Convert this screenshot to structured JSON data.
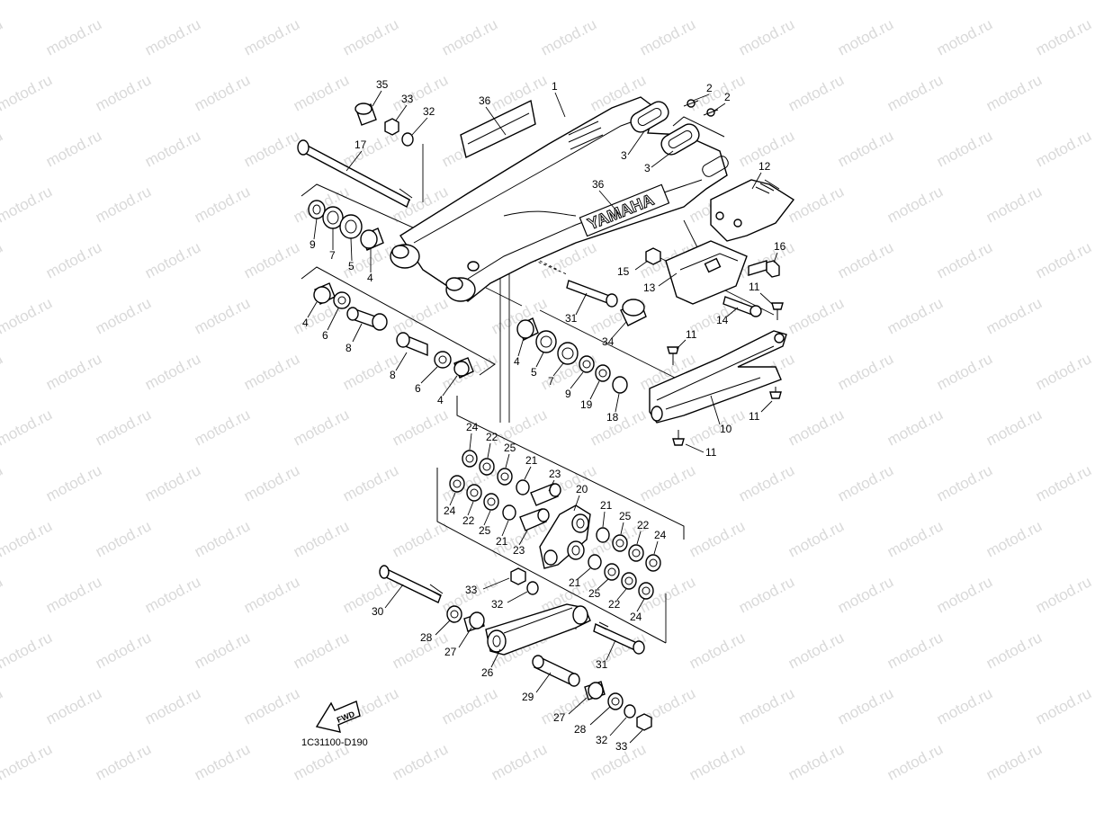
{
  "diagram": {
    "code_label": "1C31100-D190",
    "watermark_text": "motod.ru",
    "fwd_label": "FWD",
    "brand_label": "YAMAHA",
    "callouts": [
      {
        "id": "c35a",
        "text": "35"
      },
      {
        "id": "c33a",
        "text": "33"
      },
      {
        "id": "c32a",
        "text": "32"
      },
      {
        "id": "c36a",
        "text": "36"
      },
      {
        "id": "c1",
        "text": "1"
      },
      {
        "id": "c2a",
        "text": "2"
      },
      {
        "id": "c2b",
        "text": "2"
      },
      {
        "id": "c3a",
        "text": "3"
      },
      {
        "id": "c3b",
        "text": "3"
      },
      {
        "id": "c17",
        "text": "17"
      },
      {
        "id": "c12",
        "text": "12"
      },
      {
        "id": "c36b",
        "text": "36"
      },
      {
        "id": "c9a",
        "text": "9"
      },
      {
        "id": "c7a",
        "text": "7"
      },
      {
        "id": "c5a",
        "text": "5"
      },
      {
        "id": "c4a",
        "text": "4"
      },
      {
        "id": "c16",
        "text": "16"
      },
      {
        "id": "c15",
        "text": "15"
      },
      {
        "id": "c13",
        "text": "13"
      },
      {
        "id": "c11a",
        "text": "11"
      },
      {
        "id": "c14",
        "text": "14"
      },
      {
        "id": "c4b",
        "text": "4"
      },
      {
        "id": "c6a",
        "text": "6"
      },
      {
        "id": "c8a",
        "text": "8"
      },
      {
        "id": "c31a",
        "text": "31"
      },
      {
        "id": "c34",
        "text": "34"
      },
      {
        "id": "c11b",
        "text": "11"
      },
      {
        "id": "c4c",
        "text": "4"
      },
      {
        "id": "c5b",
        "text": "5"
      },
      {
        "id": "c7b",
        "text": "7"
      },
      {
        "id": "c9b",
        "text": "9"
      },
      {
        "id": "c19",
        "text": "19"
      },
      {
        "id": "c18",
        "text": "18"
      },
      {
        "id": "c8b",
        "text": "8"
      },
      {
        "id": "c6b",
        "text": "6"
      },
      {
        "id": "c4d",
        "text": "4"
      },
      {
        "id": "c10",
        "text": "10"
      },
      {
        "id": "c11c",
        "text": "11"
      },
      {
        "id": "c11d",
        "text": "11"
      },
      {
        "id": "c24a",
        "text": "24"
      },
      {
        "id": "c22a",
        "text": "22"
      },
      {
        "id": "c25a",
        "text": "25"
      },
      {
        "id": "c21a",
        "text": "21"
      },
      {
        "id": "c23a",
        "text": "23"
      },
      {
        "id": "c20",
        "text": "20"
      },
      {
        "id": "c24b",
        "text": "24"
      },
      {
        "id": "c22b",
        "text": "22"
      },
      {
        "id": "c25b",
        "text": "25"
      },
      {
        "id": "c21b",
        "text": "21"
      },
      {
        "id": "c23b",
        "text": "23"
      },
      {
        "id": "c21c",
        "text": "21"
      },
      {
        "id": "c25c",
        "text": "25"
      },
      {
        "id": "c22c",
        "text": "22"
      },
      {
        "id": "c24c",
        "text": "24"
      },
      {
        "id": "c21d",
        "text": "21"
      },
      {
        "id": "c25d",
        "text": "25"
      },
      {
        "id": "c22d",
        "text": "22"
      },
      {
        "id": "c24d",
        "text": "24"
      },
      {
        "id": "c33b",
        "text": "33"
      },
      {
        "id": "c32b",
        "text": "32"
      },
      {
        "id": "c30",
        "text": "30"
      },
      {
        "id": "c28a",
        "text": "28"
      },
      {
        "id": "c27a",
        "text": "27"
      },
      {
        "id": "c26",
        "text": "26"
      },
      {
        "id": "c31b",
        "text": "31"
      },
      {
        "id": "c29",
        "text": "29"
      },
      {
        "id": "c27b",
        "text": "27"
      },
      {
        "id": "c28b",
        "text": "28"
      },
      {
        "id": "c32c",
        "text": "32"
      },
      {
        "id": "c33c",
        "text": "33"
      }
    ]
  }
}
